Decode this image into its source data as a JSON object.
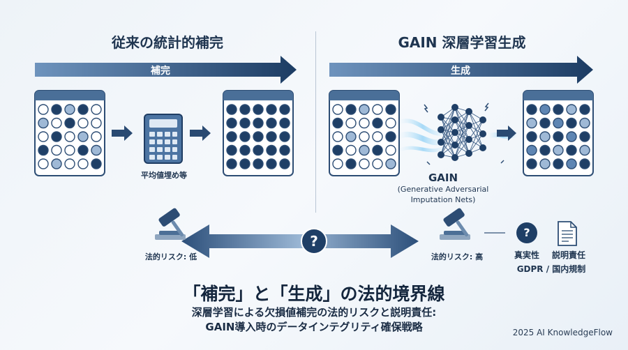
{
  "left": {
    "heading": "従来の統計的補完",
    "arrow_label": "補完",
    "method_label": "平均値埋め等",
    "risk_label": "法的リスク: 低"
  },
  "right": {
    "heading": "GAIN 深層学習生成",
    "arrow_label": "生成",
    "gain_name": "GAIN",
    "gain_full_1": "(Generative Adversarial",
    "gain_full_2": "Imputation Nets)",
    "risk_label": "法的リスク: 高",
    "authenticity": "真実性",
    "accountability": "説明責任",
    "regulation": "GDPR / 国内規制"
  },
  "center": {
    "question": "?"
  },
  "title": "「補完」と「生成」の法的境界線",
  "subtitle_1": "深層学習による欠損値補完の法的リスクと説明責任:",
  "subtitle_2": "GAIN導入時のデータインテグリティ確保戦略",
  "credit": "2025 AI KnowledgeFlow",
  "colors": {
    "navy": "#1f3f66",
    "blue_mid": "#5f86b3",
    "blue_light": "#9fb9d6",
    "accent_glow": "#8fd0f5"
  },
  "grids": {
    "left_input": [
      [
        0,
        1,
        2,
        1,
        0
      ],
      [
        2,
        0,
        1,
        0,
        0
      ],
      [
        0,
        1,
        0,
        2,
        0
      ],
      [
        1,
        0,
        0,
        1,
        2
      ],
      [
        0,
        2,
        0,
        0,
        1
      ]
    ],
    "left_output": [
      [
        1,
        1,
        1,
        1,
        1
      ],
      [
        1,
        1,
        1,
        1,
        1
      ],
      [
        1,
        1,
        1,
        1,
        1
      ],
      [
        1,
        1,
        1,
        1,
        1
      ],
      [
        1,
        1,
        1,
        1,
        1
      ]
    ],
    "right_input": [
      [
        0,
        1,
        2,
        0,
        1
      ],
      [
        1,
        0,
        0,
        1,
        0
      ],
      [
        0,
        2,
        0,
        0,
        1
      ],
      [
        1,
        0,
        2,
        1,
        0
      ],
      [
        0,
        1,
        0,
        0,
        2
      ]
    ],
    "right_output": [
      [
        1,
        3,
        1,
        2,
        1
      ],
      [
        2,
        1,
        3,
        1,
        2
      ],
      [
        1,
        2,
        1,
        3,
        1
      ],
      [
        3,
        1,
        2,
        1,
        2
      ],
      [
        1,
        2,
        1,
        3,
        1
      ]
    ]
  }
}
